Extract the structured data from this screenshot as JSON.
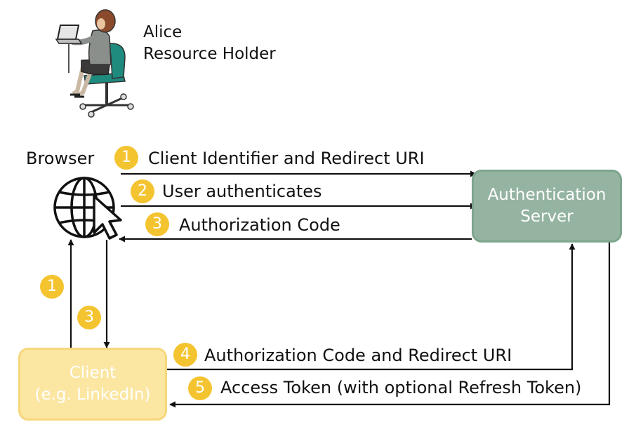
{
  "person": {
    "name": "Alice",
    "role": "Resource Holder"
  },
  "browser": {
    "label": "Browser"
  },
  "auth_server": {
    "line1": "Authentication",
    "line2": "Server"
  },
  "client": {
    "line1": "Client",
    "line2": "(e.g. LinkedIn)"
  },
  "flows": {
    "browser_to_server_1": {
      "number": "1",
      "label": "Client Identifier and Redirect URI"
    },
    "browser_to_server_2": {
      "number": "2",
      "label": "User authenticates"
    },
    "server_to_browser_3": {
      "number": "3",
      "label": "Authorization Code"
    },
    "client_to_browser_1": {
      "number": "1"
    },
    "browser_to_client_3": {
      "number": "3"
    },
    "client_to_server_4": {
      "number": "4",
      "label": "Authorization Code and Redirect URI"
    },
    "server_to_client_5": {
      "number": "5",
      "label": "Access Token (with optional Refresh Token)"
    }
  },
  "colors": {
    "badge": "#f4c430",
    "auth_server_fill": "#94b3a0",
    "client_fill": "#fbe6a2",
    "arrow": "#111111"
  },
  "icons": {
    "person": "person-at-laptop-icon",
    "browser": "globe-cursor-icon"
  }
}
